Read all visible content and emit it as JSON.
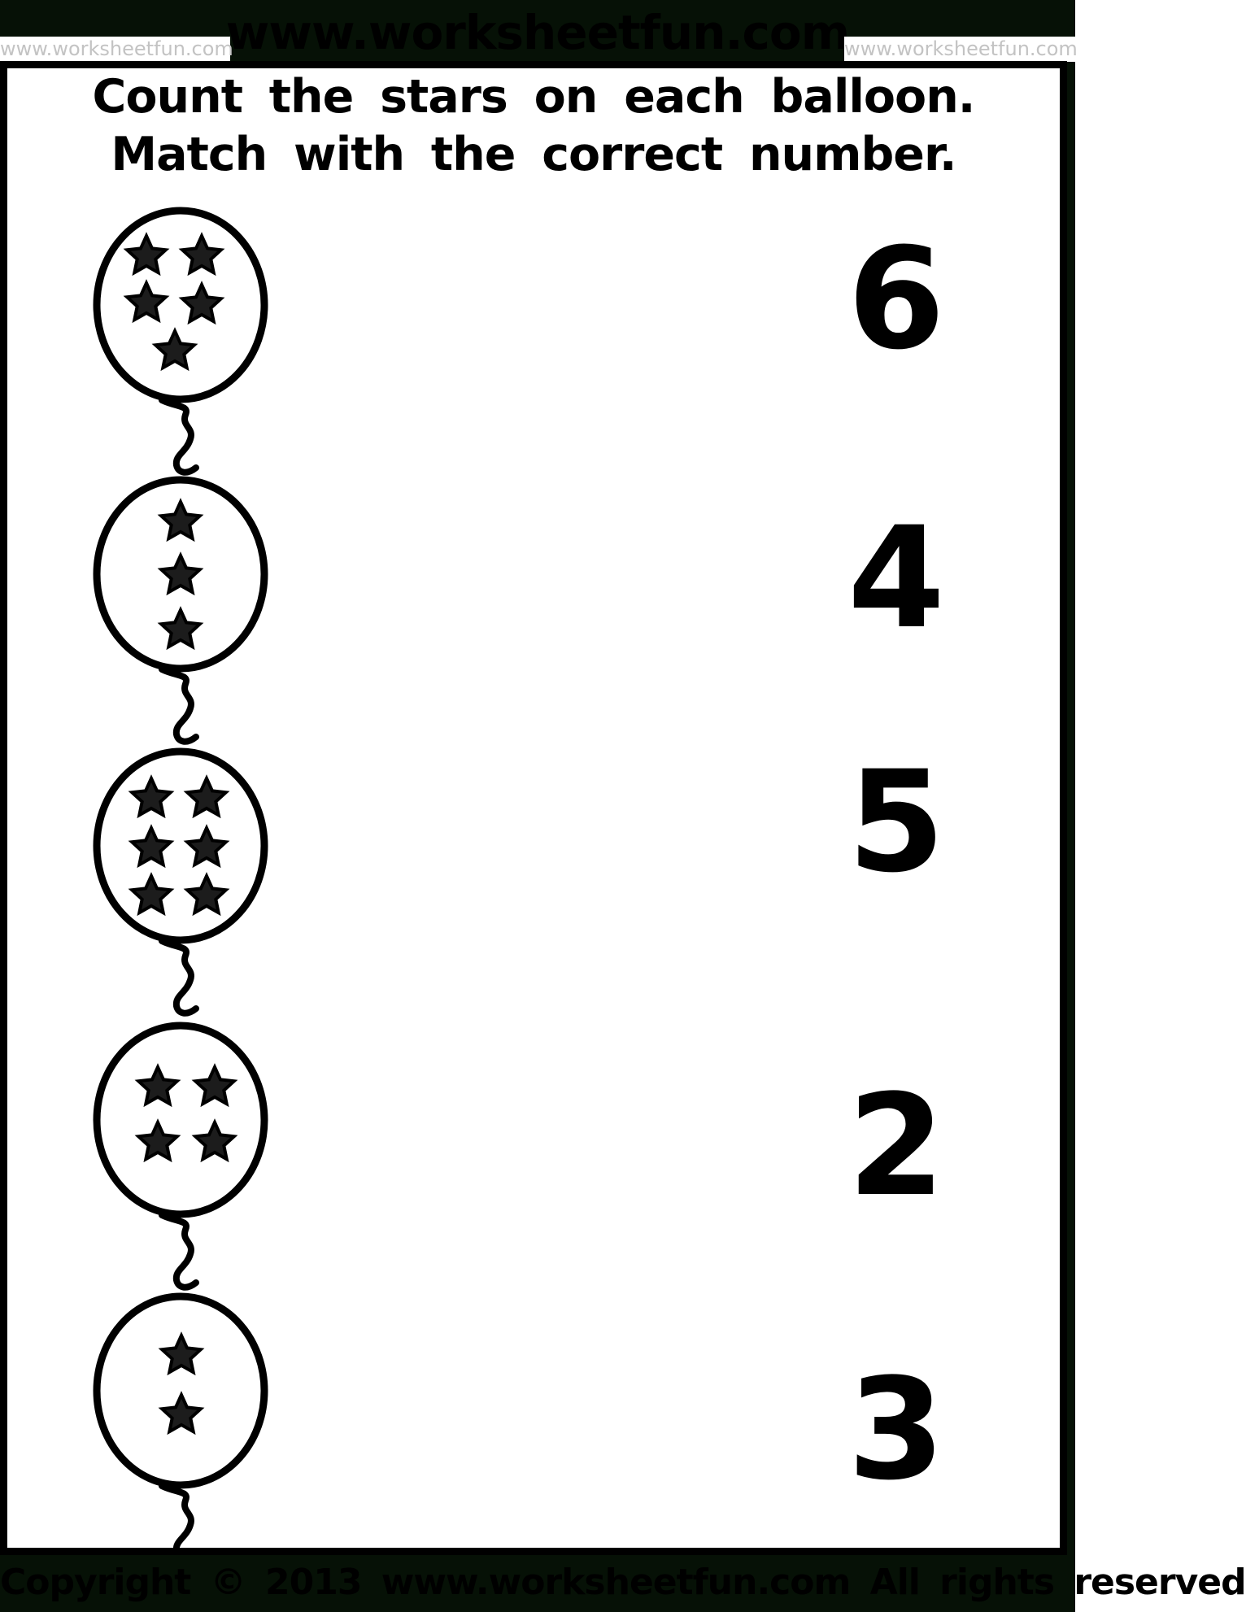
{
  "colors": {
    "band_green": "#061106",
    "ink": "#000000",
    "watermark_gray": "#c3c3c3",
    "star": "#1c1c1c",
    "paper": "#ffffff"
  },
  "watermarks": {
    "top_center": "www.worksheetfun.com",
    "top_left": "www.worksheetfun.com",
    "top_right": "www.worksheetfun.com"
  },
  "title": {
    "line1": "Count the stars on each balloon.",
    "line2": "Match with the correct number."
  },
  "exercise": {
    "balloons": [
      {
        "stars": 5,
        "star_offsets": [
          [
            -42,
            -60
          ],
          [
            26,
            -60
          ],
          [
            -42,
            -2
          ],
          [
            26,
            0
          ],
          [
            -7,
            57
          ]
        ]
      },
      {
        "stars": 3,
        "star_offsets": [
          [
            0,
            -64
          ],
          [
            0,
            2
          ],
          [
            0,
            69
          ]
        ]
      },
      {
        "stars": 6,
        "star_offsets": [
          [
            -36,
            -58
          ],
          [
            32,
            -58
          ],
          [
            -36,
            3
          ],
          [
            32,
            3
          ],
          [
            -36,
            62
          ],
          [
            32,
            62
          ]
        ]
      },
      {
        "stars": 4,
        "star_offsets": [
          [
            -28,
            -40
          ],
          [
            42,
            -40
          ],
          [
            -28,
            28
          ],
          [
            42,
            28
          ]
        ]
      },
      {
        "stars": 2,
        "star_offsets": [
          [
            1,
            -43
          ],
          [
            1,
            30
          ]
        ]
      }
    ],
    "numbers": [
      "6",
      "4",
      "5",
      "2",
      "3"
    ]
  },
  "footer": {
    "copyright": "Copyright © 2013 www.worksheetfun.com All rights reserved"
  }
}
